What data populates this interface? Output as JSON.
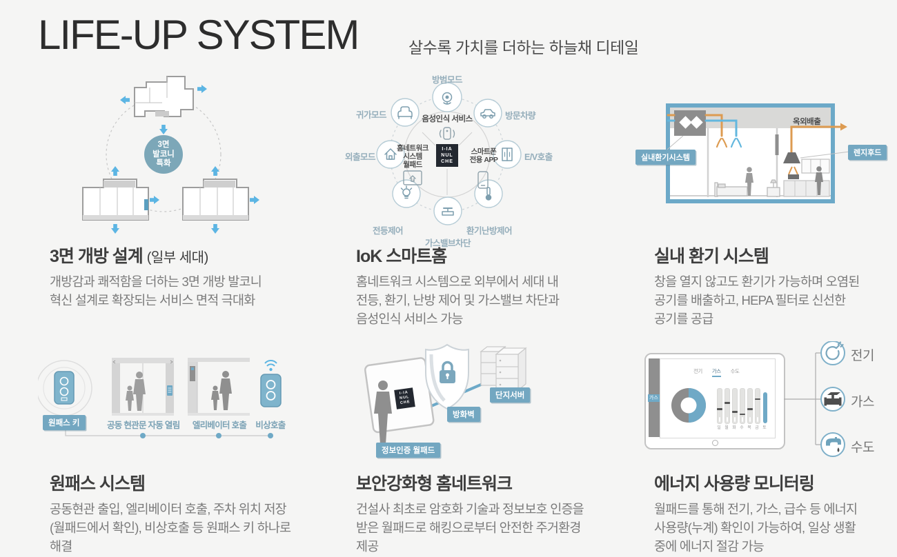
{
  "header": {
    "title": "LIFE-UP SYSTEM",
    "subtitle": "살수록 가치를 더하는 하늘채 디테일"
  },
  "logo_lines": [
    "I-IA",
    "NUL",
    "CHE"
  ],
  "colors": {
    "badge_blue": "#73a7c1",
    "arrow_blue": "#5cb5e3",
    "circle_blue": "#7ca7b8",
    "duct_orange": "#dd9b51",
    "title_gray": "#3e3e3e",
    "body_gray": "#7b7b7b"
  },
  "sections": {
    "balcony": {
      "title": "3면 개방 설계",
      "note": "(일부 세대)",
      "body": "개방감과 쾌적함을 더하는 3면 개방 발코니\n혁신 설계로 확장되는 서비스 면적 극대화",
      "center_badge": "3면\n발코니\n특화"
    },
    "smarthome": {
      "title": "IoK 스마트홈",
      "body": "홈네트워크 시스템으로 외부에서 세대 내\n전등, 환기, 난방 제어 및 가스밸브 차단과\n음성인식 서비스 가능",
      "hub": {
        "voice": "음성인식 서비스",
        "wallpad": "홈네트워크\n시스템\n월패드",
        "app": "스마트폰\n전용 APP"
      },
      "satellites": [
        {
          "label": "방범모드",
          "icon": "cctv-camera"
        },
        {
          "label": "귀가모드",
          "icon": "sofa"
        },
        {
          "label": "방문차량",
          "icon": "car"
        },
        {
          "label": "외출모드",
          "icon": "house"
        },
        {
          "label": "E/V호출",
          "icon": "elevator"
        },
        {
          "label": "전등제어",
          "icon": "light-bulb"
        },
        {
          "label": "환기난방제어",
          "icon": "thermometer"
        },
        {
          "label": "가스밸브차단",
          "icon": "gas-valve"
        }
      ]
    },
    "ventilation": {
      "title": "실내 환기 시스템",
      "body": "창을 열지 않고도 환기가 가능하며 오염된\n공기를 배출하고, HEPA 필터로 신선한\n공기를 공급",
      "labels": {
        "outdoor": "옥외배출",
        "system": "실내환기시스템",
        "hood": "렌지후드"
      }
    },
    "onepass": {
      "title": "원패스 시스템",
      "body": "공동현관 출입, 엘리베이터 호출, 주차 위치 저장\n(월패드에서 확인), 비상호출 등 원패스 키 하나로\n해결",
      "key_badge": "원패스 키",
      "items": [
        {
          "label": "공동 현관문 자동 열림"
        },
        {
          "label": "엘리베이터 호출"
        },
        {
          "label": "비상호출"
        }
      ]
    },
    "security": {
      "title": "보안강화형 홈네트워크",
      "body": "건설사 최초로 암호화 기술과 정보보호 인증을\n받은 월패드로 해킹으로부터 안전한 주거환경\n제공",
      "labels": {
        "wallpad": "정보인증 월패드",
        "firewall": "방화벽",
        "server": "단지서버"
      }
    },
    "energy": {
      "title": "에너지 사용량 모니터링",
      "body": "월패드를 통해 전기, 가스, 급수 등 에너지\n사용량(누계) 확인이 가능하여, 일상 생활\n중에 에너지 절감 가능",
      "tablet": {
        "sidebar_chip": "가스",
        "tabs": [
          "전기",
          "가스",
          "수도"
        ],
        "active_tab": "가스",
        "days": [
          "일",
          "월",
          "화",
          "수",
          "목",
          "금",
          "토"
        ],
        "bar_levels": [
          41,
          59,
          33,
          26,
          41,
          70,
          91
        ],
        "donut": {
          "blue_fraction": 0.5,
          "gray_fraction": 0.5
        }
      },
      "legend": [
        {
          "label": "전기",
          "icon": "power-plug"
        },
        {
          "label": "가스",
          "icon": "gas-valve"
        },
        {
          "label": "수도",
          "icon": "water-faucet"
        }
      ]
    }
  }
}
